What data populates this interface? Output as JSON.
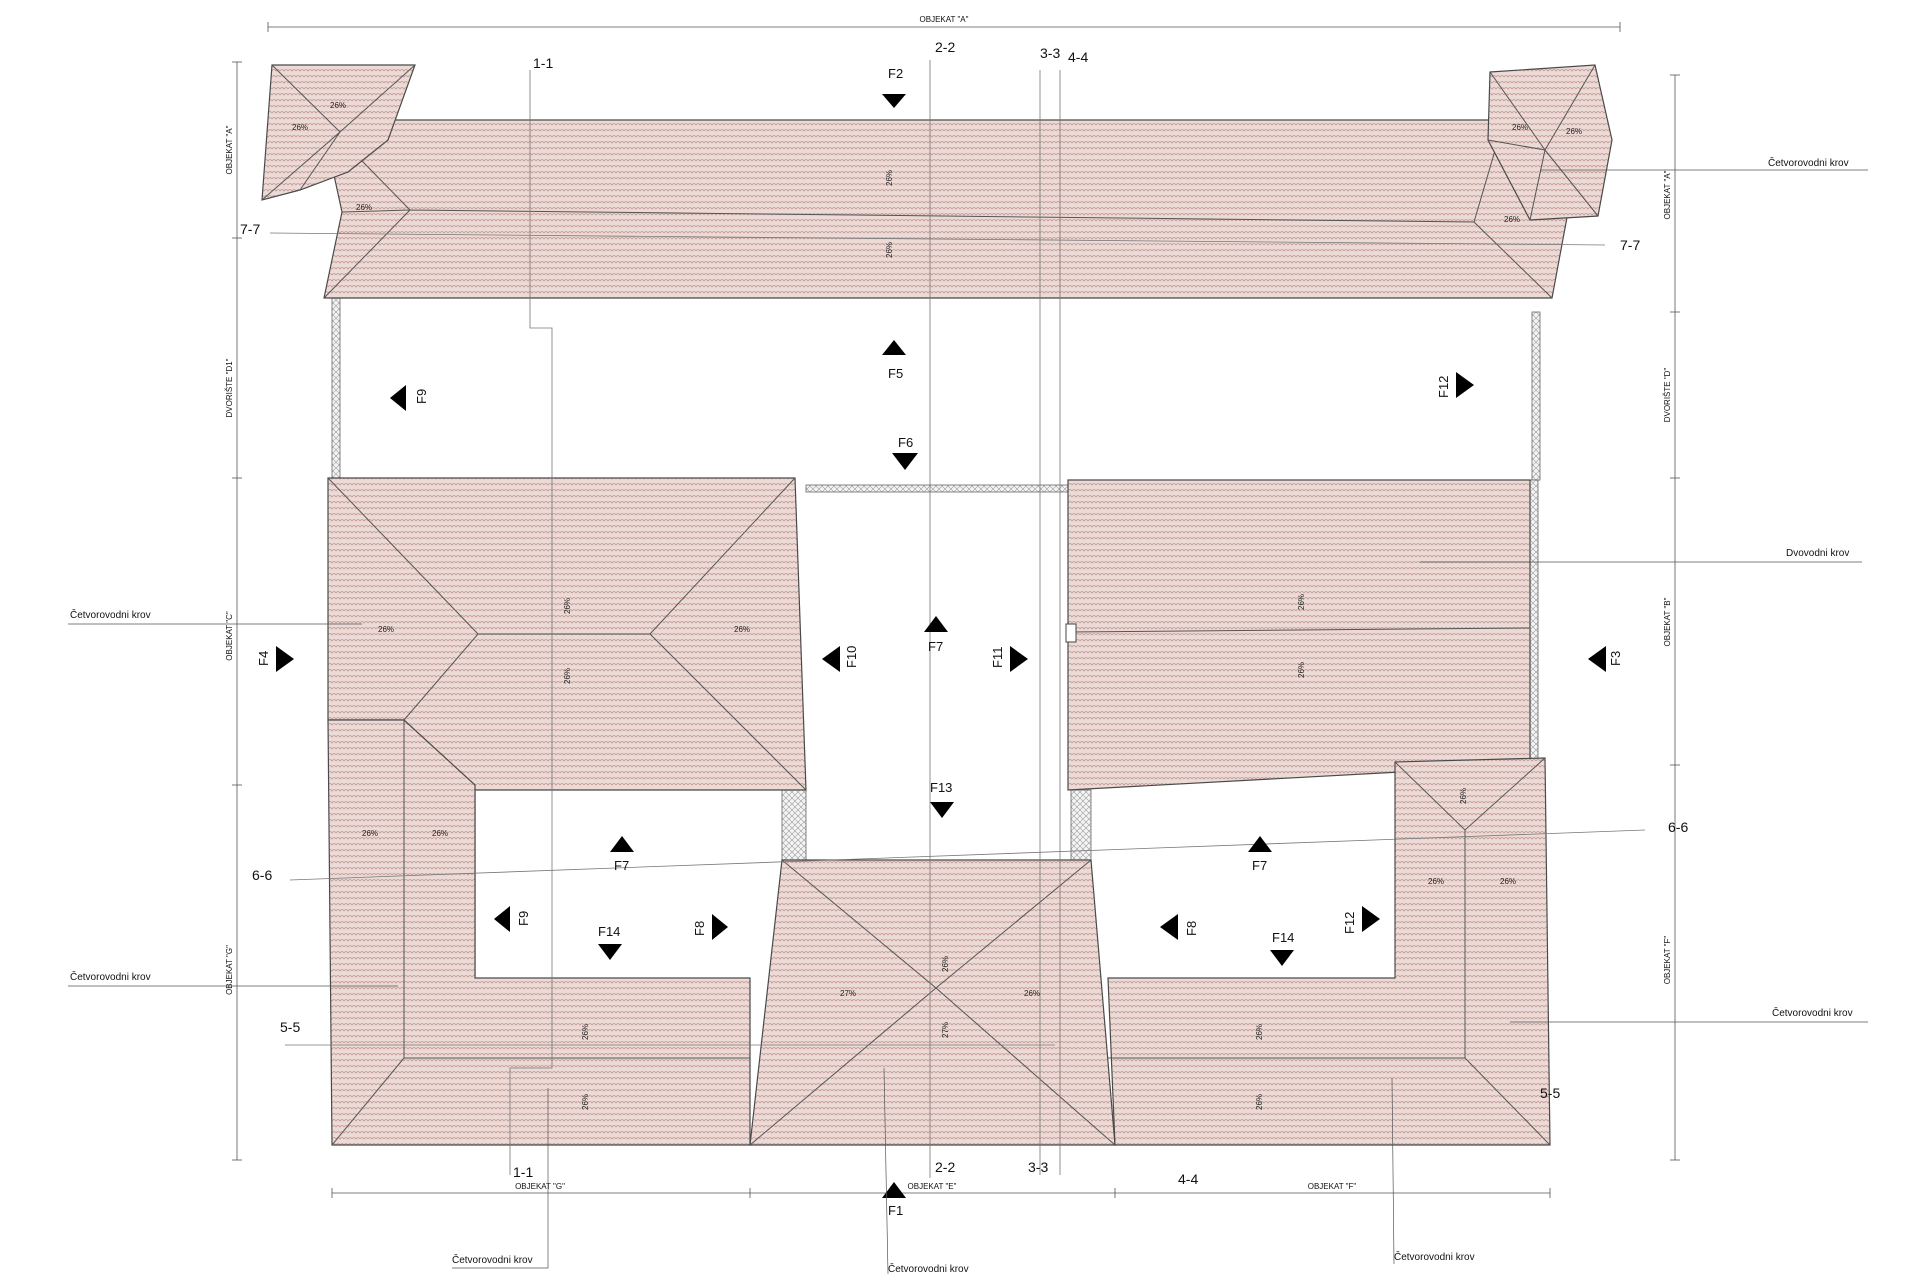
{
  "dimensions": {
    "top": "OBJEKAT \"A\"",
    "left_a": "OBJEKAT \"A\"",
    "left_d1": "DVORIŠTE \"D1\"",
    "left_c": "OBJEKAT \"C\"",
    "left_g": "OBJEKAT \"G\"",
    "right_a": "OBJEKAT \"A\"",
    "right_d": "DVORIŠTE \"D\"",
    "right_b": "OBJEKAT \"B\"",
    "right_f": "OBJEKAT \"F\"",
    "bottom_g": "OBJEKAT \"G\"",
    "bottom_e": "OBJEKAT \"E\"",
    "bottom_f": "OBJEKAT \"F\""
  },
  "sections": {
    "s1_top": "1-1",
    "s1_bot": "1-1",
    "s2_top": "2-2",
    "s2_bot": "2-2",
    "s3_top": "3-3",
    "s3_bot": "3-3",
    "s4_top": "4-4",
    "s4_bot": "4-4",
    "s5_left": "5-5",
    "s5_right": "5-5",
    "s6_left": "6-6",
    "s6_right": "6-6",
    "s7_left": "7-7",
    "s7_right": "7-7"
  },
  "facades": {
    "F1": "F1",
    "F2": "F2",
    "F3": "F3",
    "F4": "F4",
    "F5": "F5",
    "F6": "F6",
    "F7": "F7",
    "F8": "F8",
    "F9": "F9",
    "F10": "F10",
    "F11": "F11",
    "F12": "F12",
    "F13": "F13",
    "F14": "F14"
  },
  "roof_notes": {
    "cetvorovodni": "Četvorovodni krov",
    "dvovodni": "Dvovodni krov"
  },
  "slopes": {
    "s26": "26%",
    "s27": "27%"
  },
  "colors": {
    "tile": "#e8d4d0",
    "tile_line": "#c49a94",
    "line": "#444444"
  }
}
